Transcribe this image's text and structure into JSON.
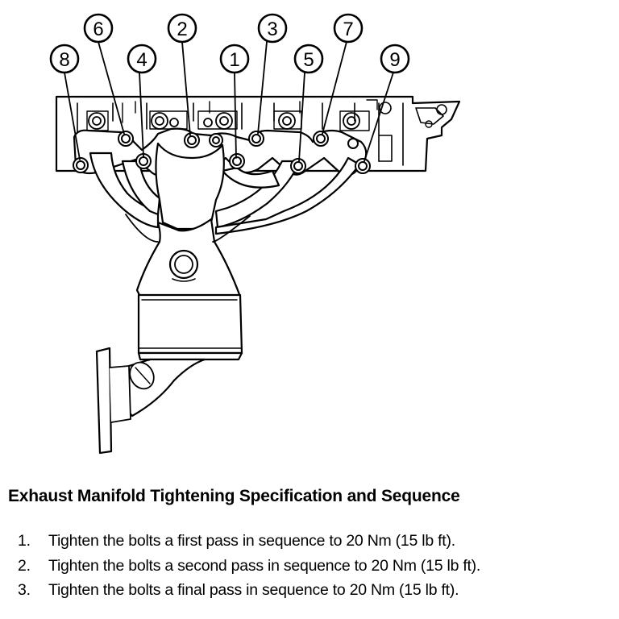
{
  "diagram": {
    "bolt_labels": [
      "1",
      "2",
      "3",
      "4",
      "5",
      "6",
      "7",
      "8",
      "9"
    ],
    "line_color": "#000000",
    "fill_color": "#ffffff",
    "shade_color": "#c8c8c8"
  },
  "caption": "Exhaust Manifold Tightening Specification and Sequence",
  "steps": [
    {
      "number": "1.",
      "text": "Tighten the bolts a first pass in sequence to 20 Nm (15 lb ft)."
    },
    {
      "number": "2.",
      "text": "Tighten the bolts a second pass in sequence to 20 Nm (15 lb ft)."
    },
    {
      "number": "3.",
      "text": "Tighten the bolts a final pass in sequence to 20 Nm (15 lb ft)."
    }
  ]
}
